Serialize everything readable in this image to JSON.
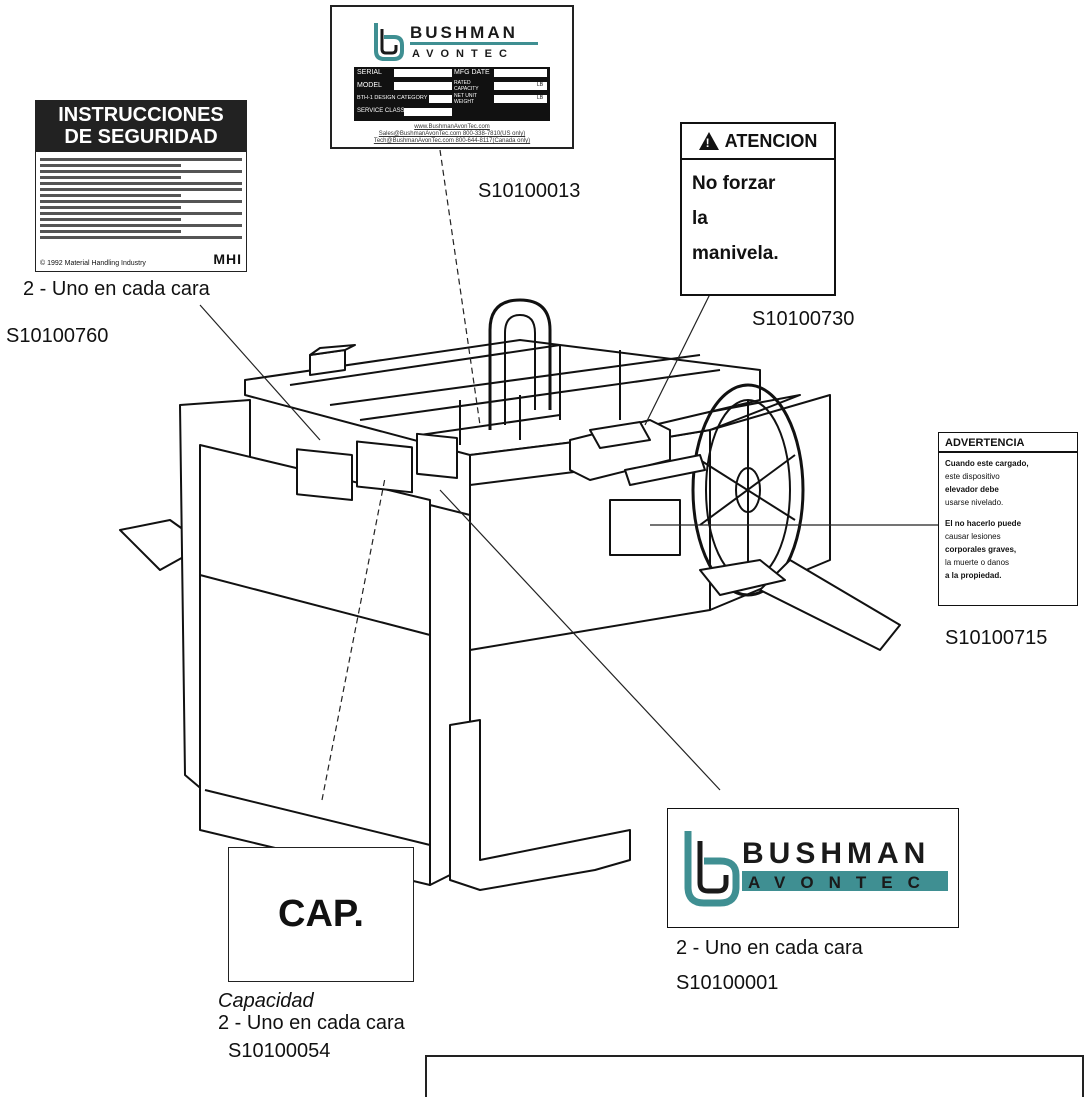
{
  "labels": {
    "s10100013": "S10100013",
    "s10100760": "S10100760",
    "s10100730": "S10100730",
    "s10100715": "S10100715",
    "s10100001": "S10100001",
    "s10100054": "S10100054",
    "uno_cara_1": "2 - Uno en cada cara",
    "uno_cara_2": "2 - Uno en cada cara",
    "uno_cara_3": "2 - Uno en cada cara",
    "capacidad": "Capacidad"
  },
  "safety_decal": {
    "title_line1": "INSTRUCCIONES",
    "title_line2": "DE SEGURIDAD",
    "footer_left": "© 1992 Material Handling Industry",
    "footer_org": "MHI"
  },
  "nameplate": {
    "brand_top": "BUSHMAN",
    "brand_bottom": "AVONTEC",
    "serial": "SERIAL",
    "mfg_date": "MFG DATE",
    "model": "MODEL",
    "rated_capacity": "RATED CAPACITY",
    "design_category": "BTH-1 DESIGN CATEGORY",
    "net_unit_weight": "NET UNIT WEIGHT",
    "service_class": "SERVICE CLASS",
    "lb1": "LB",
    "lb2": "LB",
    "url": "www.BushmanAvonTec.com",
    "sales": "Sales@BushmanAvonTec.com  800-338-7810(US only)",
    "tech": "Tech@BushmanAvonTec.com  800-644-8117(Canada only)"
  },
  "atencion_decal": {
    "header": "ATENCION",
    "line1": "No forzar",
    "line2": "la",
    "line3": "manivela."
  },
  "advertencia_decal": {
    "header": "ADVERTENCIA",
    "p1a": "Cuando este cargado,",
    "p1b": "este dispositivo",
    "p1c": "elevador debe",
    "p1d": "usarse nivelado.",
    "p2a": "El no hacerlo puede",
    "p2b": "causar lesiones",
    "p2c": "corporales graves,",
    "p2d": "la muerte o danos",
    "p2e": "a la propiedad."
  },
  "cap_decal": {
    "text": "CAP."
  },
  "bushman_decal": {
    "brand_top": "BUSHMAN",
    "brand_bottom": "AVONTEC"
  },
  "colors": {
    "teal": "#3f8f92",
    "dark": "#1a1a1a"
  }
}
